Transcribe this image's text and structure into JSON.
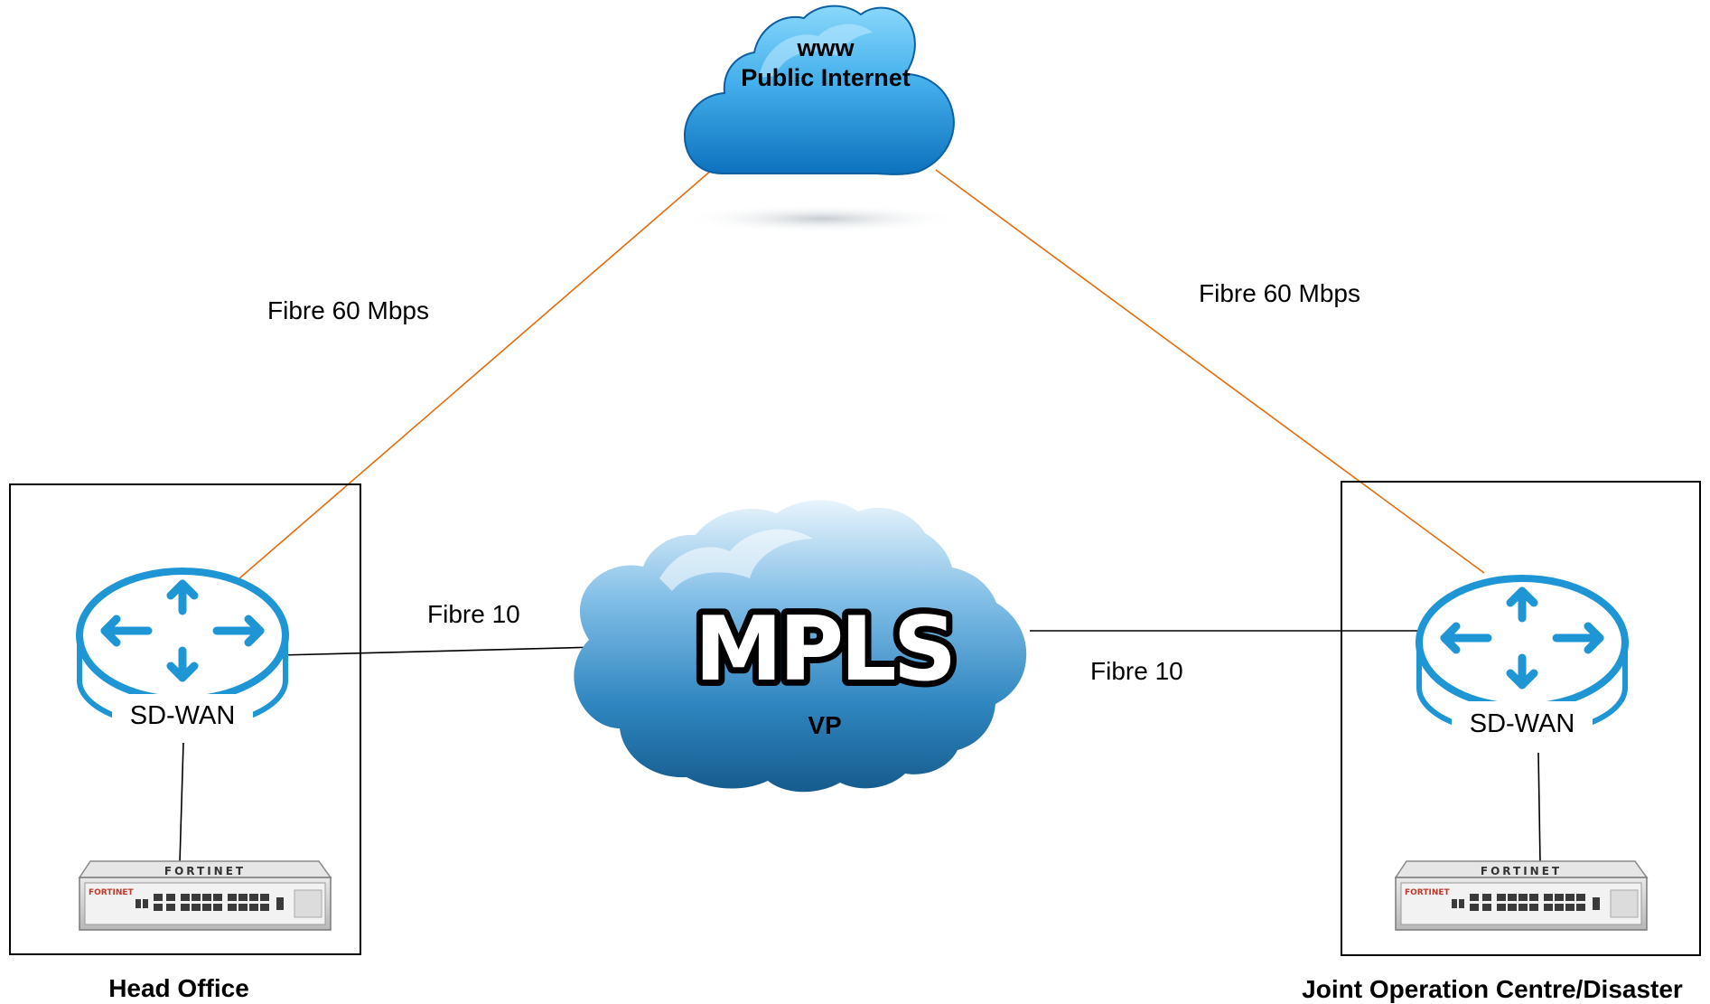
{
  "internet_cloud": {
    "line1": "www",
    "line2": "Public Internet"
  },
  "mpls_cloud": {
    "title": "MPLS",
    "subtitle": "VP"
  },
  "links": {
    "left_internet": "Fibre 60 Mbps",
    "right_internet": "Fibre 60 Mbps",
    "left_mpls": "Fibre 10",
    "right_mpls": "Fibre 10"
  },
  "sites": {
    "left": {
      "name": "Head Office",
      "router_label": "SD-WAN",
      "firewall_brand": "FORTINET",
      "firewall_small_brand": "FORTINET"
    },
    "right": {
      "name": "Joint Operation Centre/Disaster",
      "router_label": "SD-WAN",
      "firewall_brand": "FORTINET",
      "firewall_small_brand": "FORTINET"
    }
  },
  "colors": {
    "internet_link": "#e46c0a",
    "mpls_link": "#000000",
    "router_blue": "#1e95d4",
    "cloud_light": "#62c3f5",
    "cloud_dark": "#0f6fb8",
    "mpls_light": "#d9ecfa",
    "mpls_dark": "#1f6fa5"
  }
}
